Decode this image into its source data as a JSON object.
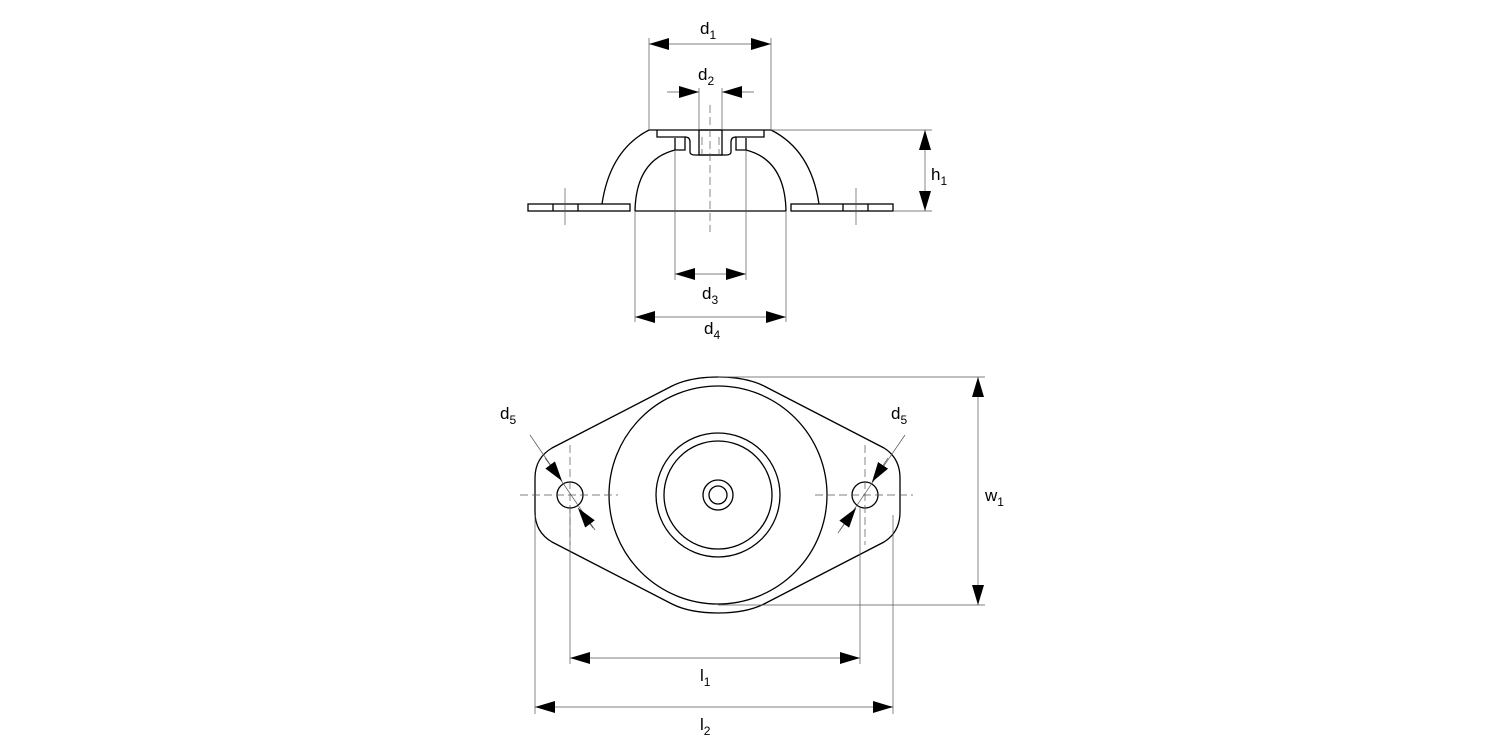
{
  "labels": {
    "d1": {
      "main": "d",
      "sub": "1"
    },
    "d2": {
      "main": "d",
      "sub": "2"
    },
    "d3": {
      "main": "d",
      "sub": "3"
    },
    "d4": {
      "main": "d",
      "sub": "4"
    },
    "h1": {
      "main": "h",
      "sub": "1"
    },
    "d5_left": {
      "main": "d",
      "sub": "5"
    },
    "d5_right": {
      "main": "d",
      "sub": "5"
    },
    "w1": {
      "main": "w",
      "sub": "1"
    },
    "l1": {
      "main": "l",
      "sub": "1"
    },
    "l2": {
      "main": "l",
      "sub": "2"
    }
  }
}
